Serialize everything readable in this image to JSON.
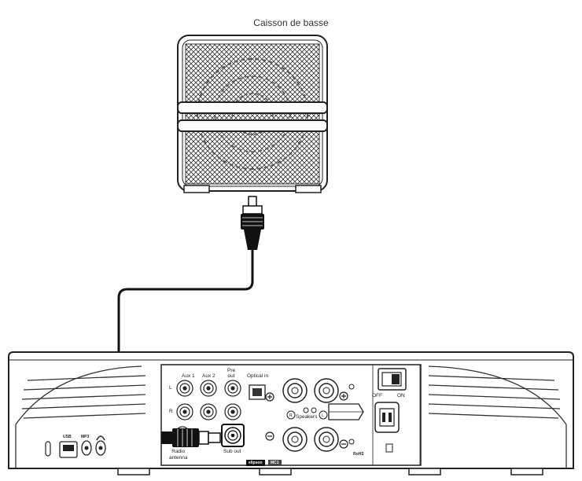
{
  "title": "Caisson de basse",
  "panel_labels": {
    "aux1": "Aux 1",
    "aux2": "Aux 2",
    "pre_out": "Pre\nout",
    "optical_in": "Optical in",
    "left": "L",
    "right": "R",
    "usb": "USB",
    "mp3": "MP3",
    "radio_antenna": "Radio\nantenna",
    "sub_out": "Sub out",
    "speakers": "Speakers",
    "speaker_r": "R",
    "speaker_l": "L",
    "off": "OFF",
    "on": "ON",
    "rohs": "RoHS",
    "brand_name": "elipson",
    "model": "MC1"
  }
}
